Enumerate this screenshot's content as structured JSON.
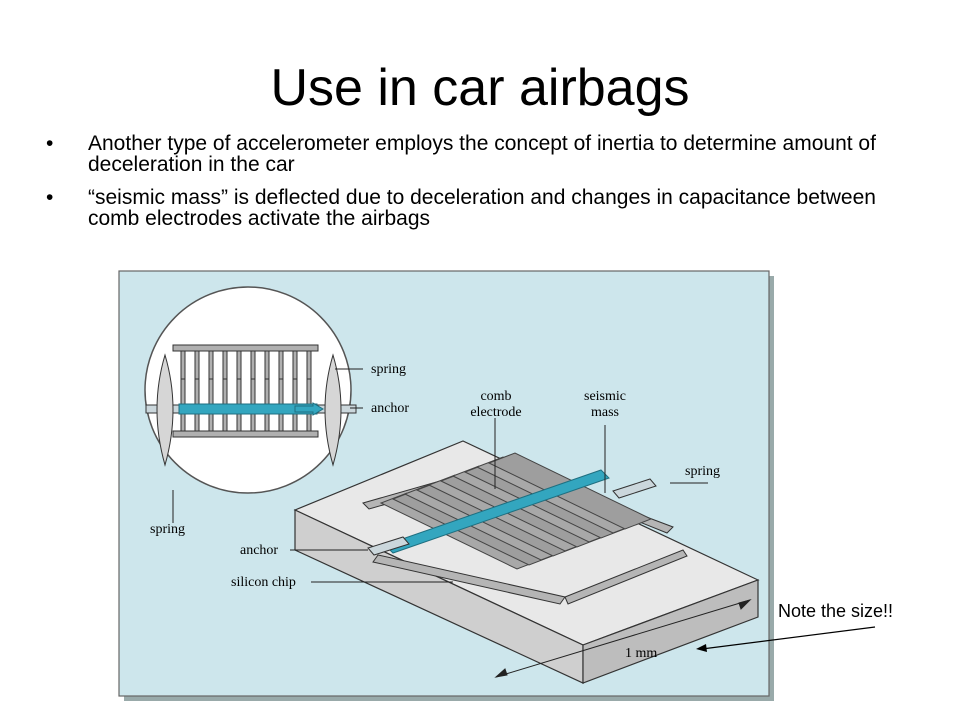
{
  "slide": {
    "title": "Use in car airbags",
    "bullets": [
      {
        "marker": "•",
        "text": "Another type of accelerometer employs the concept of inertia to determine amount of deceleration in the car"
      },
      {
        "marker": "•",
        "text": "“seismic mass” is deflected due to deceleration and changes in capacitance between comb electrodes activate the airbags"
      }
    ],
    "note": "Note the size!!"
  },
  "diagram": {
    "labels": {
      "spring_top": "spring",
      "anchor_top": "anchor",
      "comb_electrode_line1": "comb",
      "comb_electrode_line2": "electrode",
      "seismic_mass_line1": "seismic",
      "seismic_mass_line2": "mass",
      "spring_right": "spring",
      "spring_bottom": "spring",
      "anchor_bottom": "anchor",
      "silicon_chip": "silicon chip",
      "scale": "1 mm"
    },
    "colors": {
      "panel_bg": "#cde6ec",
      "chip_face": "#e6e6e6",
      "metal": "#9a9a9a",
      "mass": "#33a6bf",
      "outline": "#333333"
    }
  }
}
